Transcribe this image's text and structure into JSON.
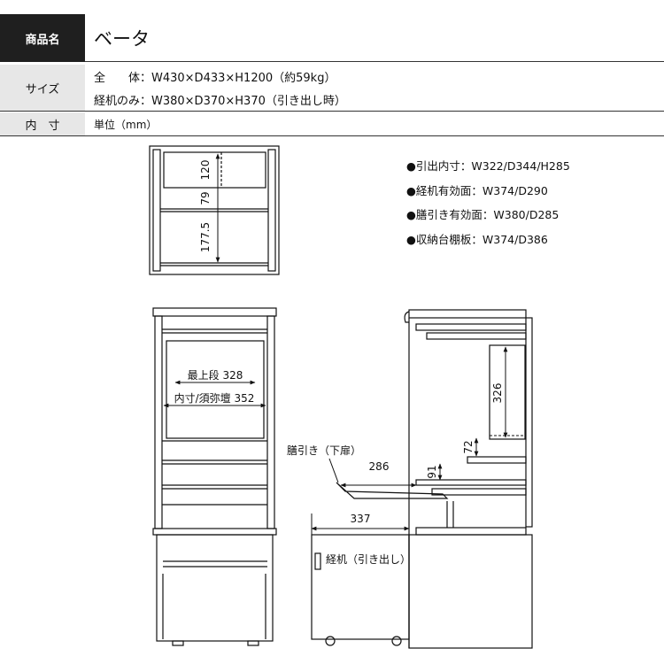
{
  "spec": {
    "product_label": "商品名",
    "product_name": "ベータ",
    "size_label": "サイズ",
    "size_overall": "全　　体：W430×D433×H1200（約59kg）",
    "size_drawer": "経机のみ：W380×D370×H370（引き出し時）",
    "inner_label": "内　寸",
    "unit": "単位（mm）"
  },
  "legend": {
    "items": [
      "●引出内寸：W322/D344/H285",
      "●経机有効面：W374/D290",
      "●膳引き有効面：W380/D285",
      "●収納台棚板：W374/D386"
    ]
  },
  "top_view": {
    "dim_120": "120",
    "dim_79": "79",
    "dim_177": "177.5"
  },
  "front_view": {
    "top_shelf": "最上段 328",
    "inner_width": "内寸/須弥壇 352"
  },
  "side_view": {
    "dim_326": "326",
    "dim_72": "72",
    "dim_91": "91",
    "dim_286": "286",
    "dim_337": "337",
    "tray_label": "膳引き（下扉）",
    "drawer_label": "経机（引き出し）"
  }
}
